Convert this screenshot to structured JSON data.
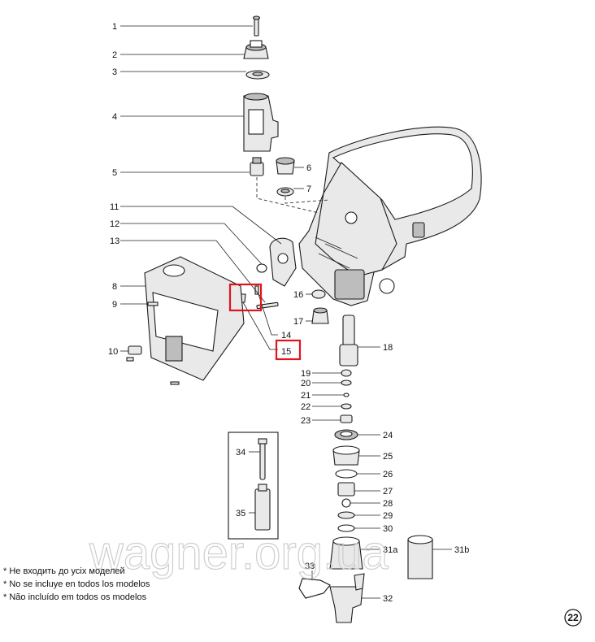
{
  "diagram": {
    "labels": {
      "l1": "1",
      "l2": "2",
      "l3": "3",
      "l4": "4",
      "l5": "5",
      "l6": "6",
      "l7": "7",
      "l8": "8",
      "l9": "9",
      "l10": "10",
      "l11": "11",
      "l12": "12",
      "l13": "13",
      "l14": "14",
      "l15": "15",
      "l16": "16",
      "l17": "17",
      "l18": "18",
      "l19": "19",
      "l20": "20",
      "l21": "21",
      "l22": "22",
      "l23": "23",
      "l24": "24",
      "l25": "25",
      "l26": "26",
      "l27": "27",
      "l28": "28",
      "l29": "29",
      "l30": "30",
      "l31a": "31a",
      "l31b": "31b",
      "l32": "32",
      "l33": "33",
      "l34": "34",
      "l35": "35"
    },
    "highlight_color": "#e0141e"
  },
  "watermark": "wagner.org.ua",
  "footnotes": {
    "uk": "* Не входить до усіх моделей",
    "es": "* No se incluye en todos los modelos",
    "pt": "* Não incluído em todos os modelos"
  },
  "page_number": "22"
}
